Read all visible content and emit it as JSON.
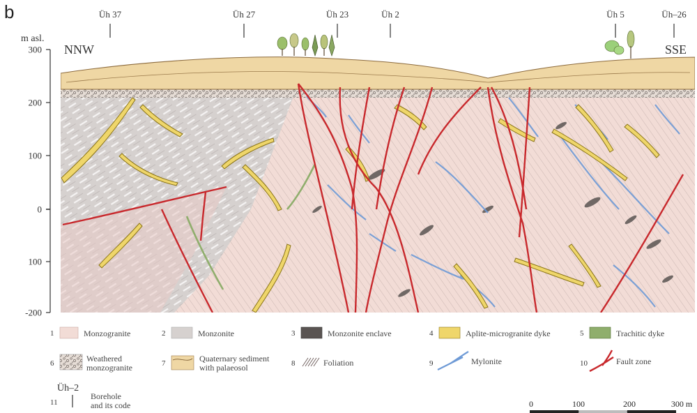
{
  "panel_label": "b",
  "y_axis": {
    "label": "m asl.",
    "ticks": [
      "300",
      "200",
      "100",
      "0",
      "100",
      "-200"
    ]
  },
  "directions": {
    "left": "NNW",
    "right": "SSE"
  },
  "boreholes": [
    "Üh 37",
    "Üh 27",
    "Üh 23",
    "Üh 2",
    "Üh 5",
    "Üh–26"
  ],
  "legend": [
    {
      "num": "1",
      "label": "Monzogranite",
      "swatch": "monzogranite"
    },
    {
      "num": "2",
      "label": "Monzonite",
      "swatch": "monzonite"
    },
    {
      "num": "3",
      "label": "Monzonite enclave",
      "swatch": "enclave"
    },
    {
      "num": "4",
      "label": "Aplite-microgranite dyke",
      "swatch": "aplite"
    },
    {
      "num": "5",
      "label": "Trachitic dyke",
      "swatch": "trachite"
    },
    {
      "num": "6",
      "label": "Weathered\nmonzogranite",
      "swatch": "weathered"
    },
    {
      "num": "7",
      "label": "Quaternary sediment\nwith palaeosol",
      "swatch": "quaternary"
    },
    {
      "num": "8",
      "label": "Foliation",
      "swatch": "foliation"
    },
    {
      "num": "9",
      "label": "Mylonite",
      "swatch": "mylonite"
    },
    {
      "num": "10",
      "label": "Fault zone",
      "swatch": "fault"
    },
    {
      "num": "11",
      "label": "Borehole\nand its code",
      "swatch": "borehole",
      "code": "Üh–2"
    }
  ],
  "scale_bar": {
    "labels": [
      "0",
      "100",
      "200",
      "300 m"
    ]
  },
  "colors": {
    "monzogranite": "#f2dcd6",
    "monzonite": "#d6d1cf",
    "enclave": "#5a5452",
    "aplite": "#efd66a",
    "aplite_edge": "#8a7418",
    "trachite": "#8fae6c",
    "quaternary": "#efd7a4",
    "mylonite": "#6e9ad6",
    "fault": "#c8282c"
  }
}
